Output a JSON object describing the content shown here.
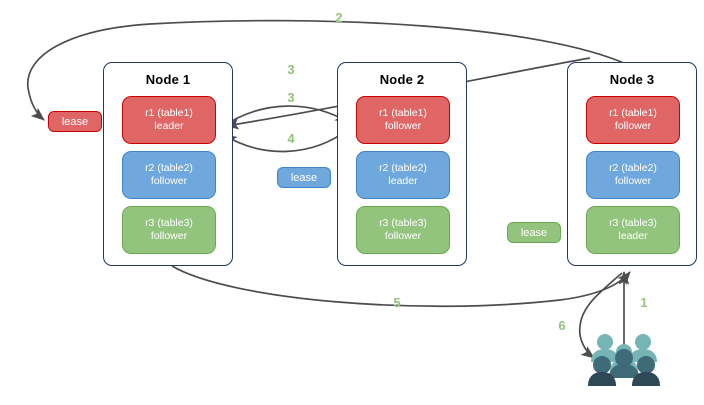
{
  "diagram": {
    "title": "distributed-lease-diagram",
    "colors": {
      "red_fill": "#e06666",
      "red_border": "#cc0000",
      "blue_fill": "#6fa8dc",
      "blue_border": "#3d85c8",
      "green_fill": "#93c47d",
      "green_border": "#6aa84f",
      "node_border": "#1f3864",
      "arrow": "#4d4d4d",
      "step_label": "#93c47d",
      "user_light": "#76b5b5",
      "user_dark": "#2f4858"
    }
  },
  "nodes": [
    {
      "title": "Node 1",
      "replicas": [
        {
          "name": "r1 (table1)",
          "role": "leader",
          "color": "red"
        },
        {
          "name": "r2 (table2)",
          "role": "follower",
          "color": "blue"
        },
        {
          "name": "r3 (table3)",
          "role": "follower",
          "color": "green"
        }
      ]
    },
    {
      "title": "Node 2",
      "replicas": [
        {
          "name": "r1 (table1)",
          "role": "follower",
          "color": "red"
        },
        {
          "name": "r2 (table2)",
          "role": "leader",
          "color": "blue"
        },
        {
          "name": "r3 (table3)",
          "role": "follower",
          "color": "green"
        }
      ]
    },
    {
      "title": "Node 3",
      "replicas": [
        {
          "name": "r1 (table1)",
          "role": "follower",
          "color": "red"
        },
        {
          "name": "r2 (table2)",
          "role": "follower",
          "color": "blue"
        },
        {
          "name": "r3 (table3)",
          "role": "leader",
          "color": "green"
        }
      ]
    }
  ],
  "leases": [
    {
      "label": "lease",
      "color": "red"
    },
    {
      "label": "lease",
      "color": "blue"
    },
    {
      "label": "lease",
      "color": "green"
    }
  ],
  "steps": [
    {
      "label": "1"
    },
    {
      "label": "2"
    },
    {
      "label": "3"
    },
    {
      "label": "3"
    },
    {
      "label": "4"
    },
    {
      "label": "5"
    },
    {
      "label": "6"
    }
  ],
  "actors": {
    "users_icon": "users-icon"
  }
}
